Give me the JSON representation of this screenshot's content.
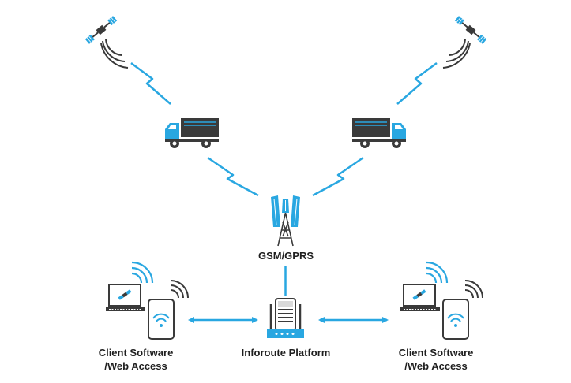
{
  "labels": {
    "gsm": "GSM/GPRS",
    "platform": "Inforoute Platform",
    "client_left_line1": "Client Software",
    "client_left_line2": "/Web Access",
    "client_right_line1": "Client Software",
    "client_right_line2": "/Web Access"
  },
  "colors": {
    "accent_blue": "#29a7e1",
    "dark_gray": "#3a3a3a",
    "mid_gray": "#555555",
    "light_gray": "#d9d9d9",
    "background": "#ffffff"
  },
  "icons": {
    "satellite": "satellite-icon",
    "truck": "truck-icon",
    "tower": "cell-tower-icon",
    "server": "router-server-icon",
    "laptop": "laptop-icon",
    "phone": "smartphone-icon",
    "wifi": "wifi-icon",
    "signal": "signal-waves-icon",
    "link": "bidirectional-arrow-icon"
  }
}
